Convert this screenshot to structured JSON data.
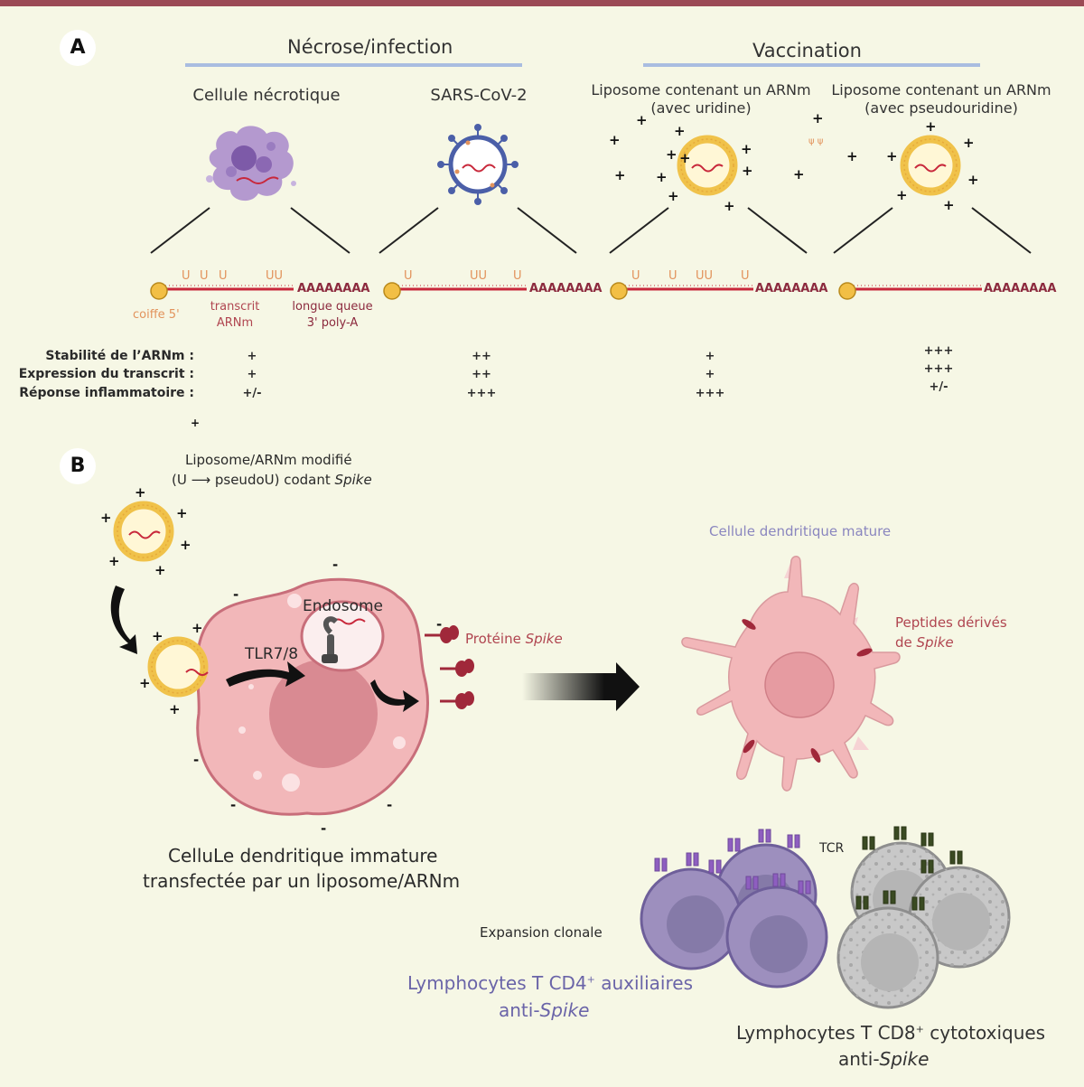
{
  "panel_a": {
    "badge": "A",
    "group_necrose": "Nécrose/infection",
    "group_vaccination": "Vaccination",
    "col1_title": "Cellule nécrotique",
    "col2_title": "SARS-CoV-2",
    "col3_title_line1": "Liposome contenant un ARNm",
    "col3_title_line2": "(avec uridine)",
    "col4_title_line1": "Liposome contenant un ARNm",
    "col4_title_line2": "(avec pseudouridine)",
    "psi_label": "ψ ψ",
    "mrna": {
      "u_marks_col1": [
        "U",
        "U",
        "U",
        "UU"
      ],
      "u_marks_col2": [
        "U",
        "UU",
        "U"
      ],
      "u_marks_col3": [
        "U",
        "U",
        "UU",
        "U"
      ],
      "polya": "AAAAAAAA",
      "cap_label": "coiffe 5'",
      "transcript_line1": "transcrit",
      "transcript_line2": "ARNm",
      "tail_line1": "longue queue",
      "tail_line2": "3' poly-A"
    },
    "table": {
      "row_labels": [
        "Stabilité de l’ARNm :",
        "Expression du transcrit :",
        "Réponse inflammatoire :"
      ],
      "col1": [
        "+",
        "+",
        "+/-"
      ],
      "col2": [
        "++",
        "++",
        "+++"
      ],
      "col3": [
        "+",
        "+",
        "+++"
      ],
      "col4": [
        "+++",
        "+++",
        "+/-"
      ],
      "stray_plus": "+"
    }
  },
  "panel_b": {
    "badge": "B",
    "liposome_line1": "Liposome/ARNm modifié",
    "liposome_line2_prefix": "(U ⟶ pseudoU) codant ",
    "liposome_line2_italic": "Spike",
    "endosome": "Endosome",
    "tlr": "TLR7/8",
    "spike_prefix": "Protéine ",
    "spike_italic": "Spike",
    "immature_line1": "CelluLe dendritique immature",
    "immature_line2": "transfectée par un liposome/ARNm",
    "mature": "Cellule dendritique mature",
    "peptides_line1": "Peptides dérivés",
    "peptides_line2_prefix": "de ",
    "peptides_line2_italic": "Spike",
    "tcr": "TCR",
    "expansion": "Expansion clonale",
    "cd4_line1_a": "Lymphocytes T CD4",
    "cd4_sup": "+",
    "cd4_line1_b": " auxiliaires",
    "cd4_line2_prefix": "anti-",
    "cd4_line2_italic": "Spike",
    "cd8_line1_a": "Lymphocytes T CD8",
    "cd8_sup": "+",
    "cd8_line1_b": " cytotoxiques",
    "cd8_line2_prefix": "anti-",
    "cd8_line2_italic": "Spike",
    "plus": "+",
    "minus": "-"
  },
  "colors": {
    "background": "#f6f7e5",
    "top_bar": "#9b4a55",
    "group_rule": "#a9bde0",
    "rna_red": "#c8283b",
    "cap_yellow": "#f2bf45",
    "liposome_orange": "#e6a93a",
    "dendritic_pink": "#f2b7b9",
    "nucleus_pink": "#d98a92",
    "cd4_purple": "#9d8fbe",
    "cd8_grey": "#c8c8c8",
    "spike_red": "#a0283a"
  }
}
